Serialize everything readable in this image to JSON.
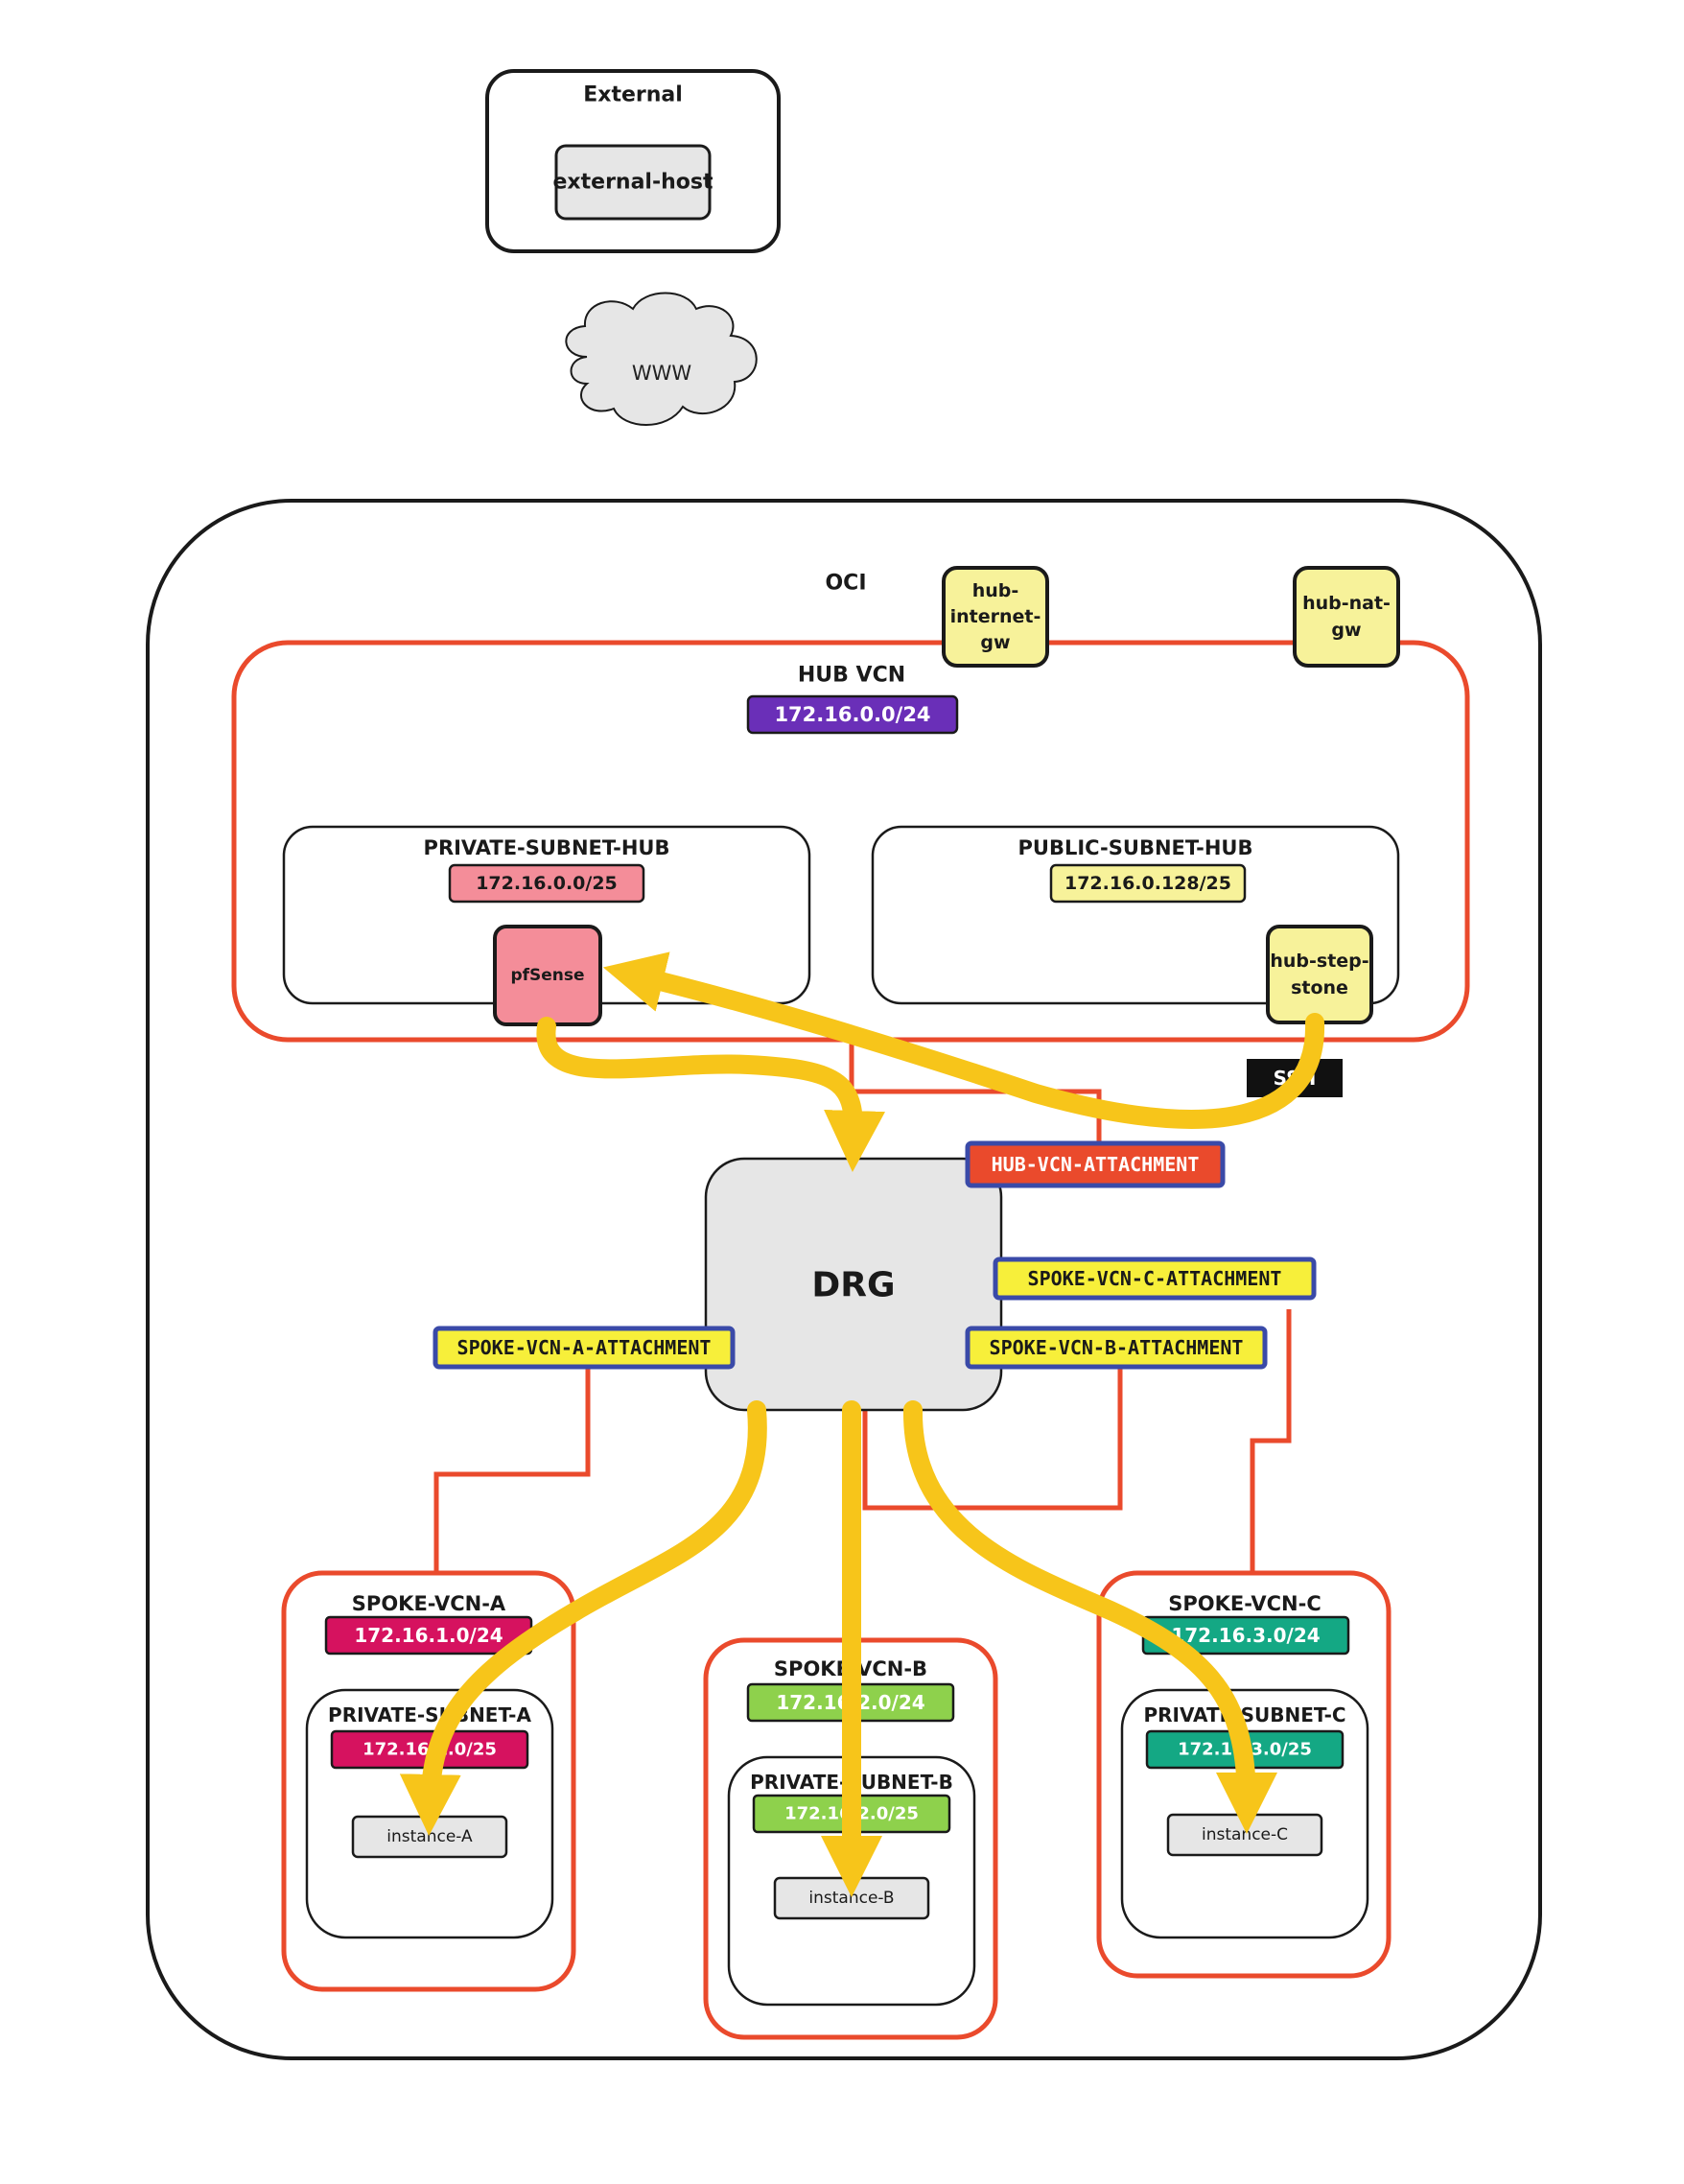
{
  "external": {
    "title": "External",
    "host": "external-host"
  },
  "internet": {
    "label": "WWW"
  },
  "oci": {
    "title": "OCI"
  },
  "gateways": {
    "internet_gw": [
      "hub-",
      "internet-",
      "gw"
    ],
    "nat_gw": [
      "hub-nat-",
      "gw"
    ]
  },
  "hub_vcn": {
    "title": "HUB VCN",
    "cidr": "172.16.0.0/24",
    "cidr_color": "#6a2fb8"
  },
  "private_subnet_hub": {
    "title": "PRIVATE-SUBNET-HUB",
    "cidr": "172.16.0.0/25",
    "cidr_color": "#f48d99",
    "pfsense": "pfSense"
  },
  "public_subnet_hub": {
    "title": "PUBLIC-SUBNET-HUB",
    "cidr": "172.16.0.128/25",
    "cidr_color": "#f7f29a",
    "stepstone": [
      "hub-step-",
      "stone"
    ]
  },
  "ssh": {
    "label": "SSH"
  },
  "drg": {
    "label": "DRG"
  },
  "attachments": {
    "hub": "HUB-VCN-ATTACHMENT",
    "spoke_a": "SPOKE-VCN-A-ATTACHMENT",
    "spoke_b": "SPOKE-VCN-B-ATTACHMENT",
    "spoke_c": "SPOKE-VCN-C-ATTACHMENT"
  },
  "spokes": {
    "a": {
      "title": "SPOKE-VCN-A",
      "cidr": "172.16.1.0/24",
      "subnet": "PRIVATE-SUBNET-A",
      "subnet_cidr": "172.16.1.0/25",
      "instance": "instance-A",
      "color": "#d6125f"
    },
    "b": {
      "title": "SPOKE-VCN-B",
      "cidr": "172.16.2.0/24",
      "subnet": "PRIVATE-SUBNET-B",
      "subnet_cidr": "172.16.2.0/25",
      "instance": "instance-B",
      "color": "#8ed14c"
    },
    "c": {
      "title": "SPOKE-VCN-C",
      "cidr": "172.16.3.0/24",
      "subnet": "PRIVATE-SUBNET-C",
      "subnet_cidr": "172.16.3.0/25",
      "instance": "instance-C",
      "color": "#14a884"
    }
  },
  "colors": {
    "vcn_border": "#ea4a2c",
    "flow": "#f7c51a",
    "attachment_border": "#3a4aa8",
    "attachment_fill": "#f7ef3a",
    "hub_attachment_fill": "#ea4a2c"
  }
}
